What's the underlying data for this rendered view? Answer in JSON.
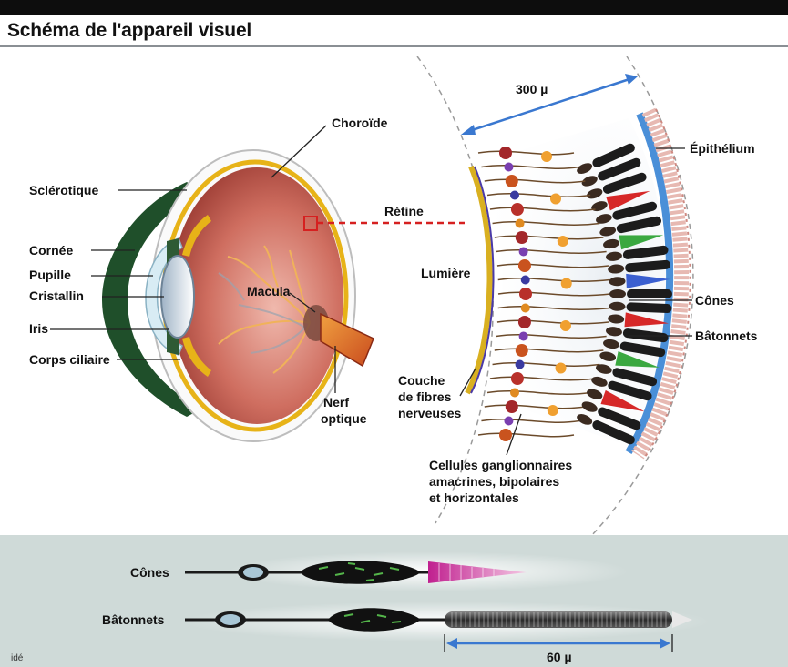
{
  "title": "Schéma de l'appareil visuel",
  "eye_labels": {
    "sclerotique": "Sclérotique",
    "choroide": "Choroïde",
    "cornee": "Cornée",
    "pupille": "Pupille",
    "cristallin": "Cristallin",
    "iris": "Iris",
    "corps_ciliaire": "Corps ciliaire",
    "macula": "Macula",
    "nerf_line1": "Nerf",
    "nerf_line2": "optique",
    "retine": "Rétine"
  },
  "retina_labels": {
    "width": "300 µ",
    "lumiere": "Lumière",
    "epithelium": "Épithélium",
    "cones": "Cônes",
    "batonnets": "Bâtonnets",
    "couche_line1": "Couche",
    "couche_line2": "de fibres",
    "couche_line3": "nerveuses",
    "cellules_line1": "Cellules ganglionnaires",
    "cellules_line2": "amacrines, bipolaires",
    "cellules_line3": "et horizontales"
  },
  "bottom_panel": {
    "cones_label": "Cônes",
    "batonnets_label": "Bâtonnets",
    "scale": "60 µ",
    "credit": "idé"
  },
  "colors": {
    "arrow_blue": "#3a78d0",
    "panel_bg": "#cfdad8",
    "retina_dashed": "#d62020",
    "epithelium_blue": "#4a8fd8"
  }
}
